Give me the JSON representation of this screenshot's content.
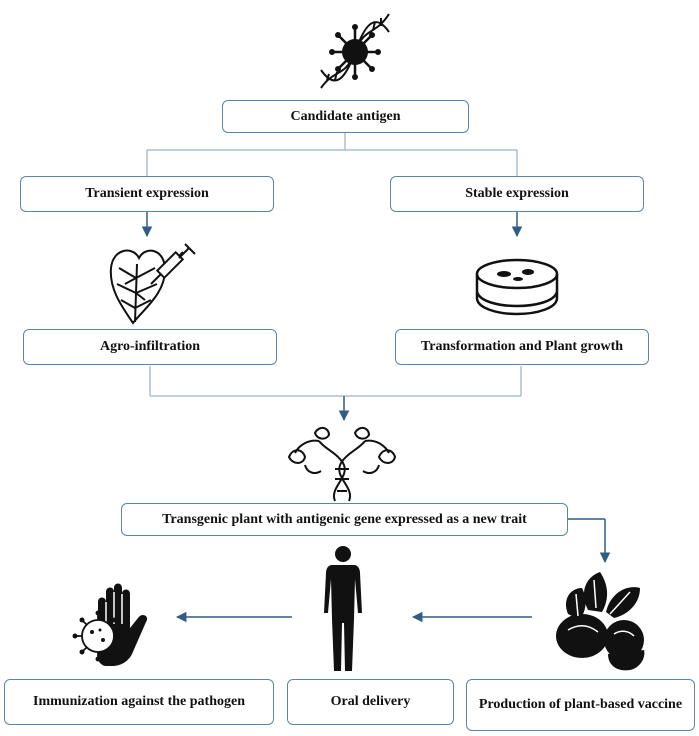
{
  "nodes": {
    "candidate": "Candidate antigen",
    "transient": "Transient expression",
    "stable": "Stable expression",
    "agro": "Agro-infiltration",
    "transformation": "Transformation and Plant growth",
    "transgenic": "Transgenic plant with antigenic gene expressed as a new trait",
    "immunization": "Immunization against the pathogen",
    "oral": "Oral delivery",
    "production": "Production of plant-based vaccine"
  },
  "icons": [
    "virus-dna-icon",
    "leaf-syringe-icon",
    "petri-dish-icon",
    "dna-plant-icon",
    "human-figure-icon",
    "hand-virus-icon",
    "vegetables-icon"
  ],
  "colors": {
    "box_border": "#5b86a8",
    "connector": "#a9c0d3",
    "arrow": "#2f5d86",
    "text": "#111111"
  }
}
